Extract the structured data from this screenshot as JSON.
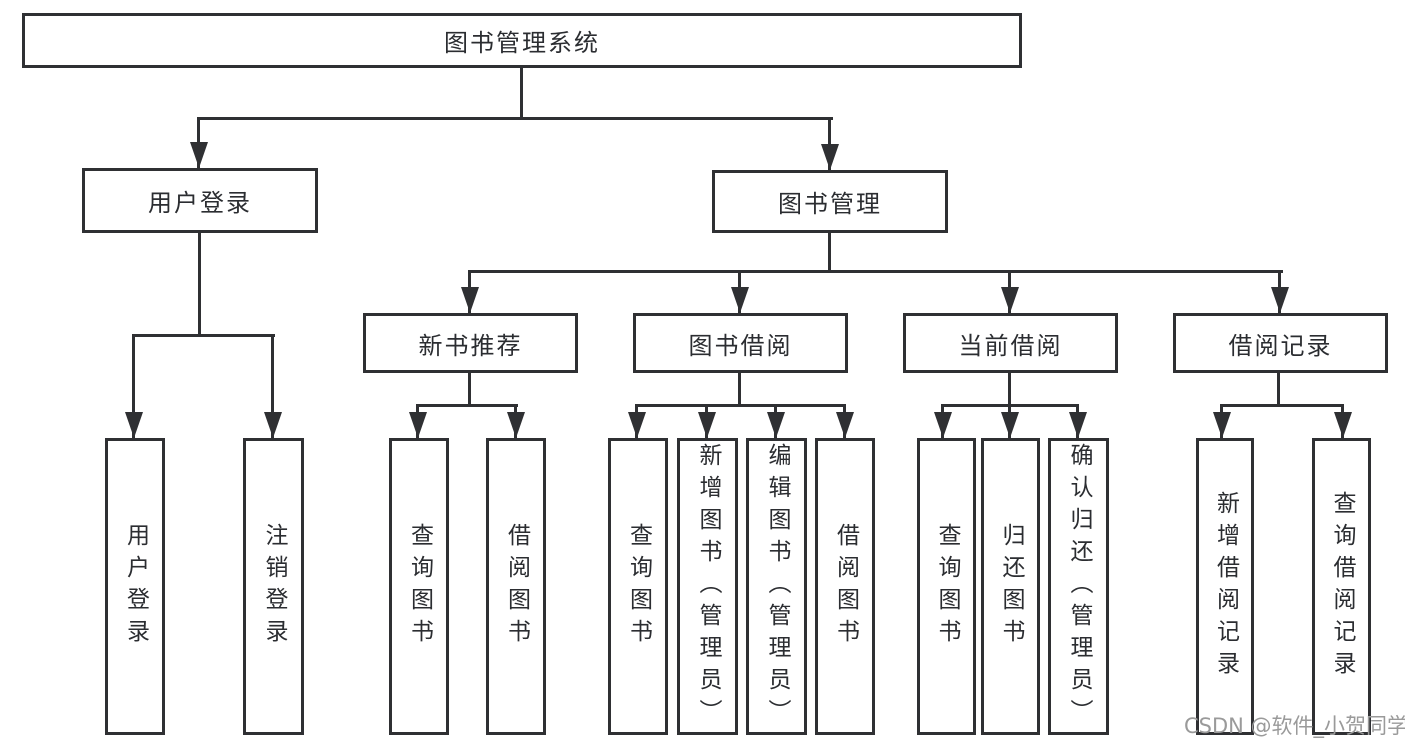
{
  "diagram": {
    "root": {
      "label": "图书管理系统"
    },
    "branches": [
      {
        "label": "用户登录",
        "children": [
          {
            "label": "用户登录"
          },
          {
            "label": "注销登录"
          }
        ]
      },
      {
        "label": "图书管理",
        "children": [
          {
            "label": "新书推荐",
            "children": [
              {
                "label": "查询图书"
              },
              {
                "label": "借阅图书"
              }
            ]
          },
          {
            "label": "图书借阅",
            "children": [
              {
                "label": "查询图书"
              },
              {
                "label": "新增图书（管理员）"
              },
              {
                "label": "编辑图书（管理员）"
              },
              {
                "label": "借阅图书"
              }
            ]
          },
          {
            "label": "当前借阅",
            "children": [
              {
                "label": "查询图书"
              },
              {
                "label": "归还图书"
              },
              {
                "label": "确认归还（管理员）"
              }
            ]
          },
          {
            "label": "借阅记录",
            "children": [
              {
                "label": "新增借阅记录"
              },
              {
                "label": "查询借阅记录"
              }
            ]
          }
        ]
      }
    ]
  },
  "watermark": {
    "text": "CSDN @软件_小贺同学"
  },
  "colors": {
    "line": "#2f3033",
    "node_text": "#2b2d31",
    "node_background": "#ffffff",
    "watermark": "#9a9a9a",
    "page_background": "#ffffff"
  }
}
